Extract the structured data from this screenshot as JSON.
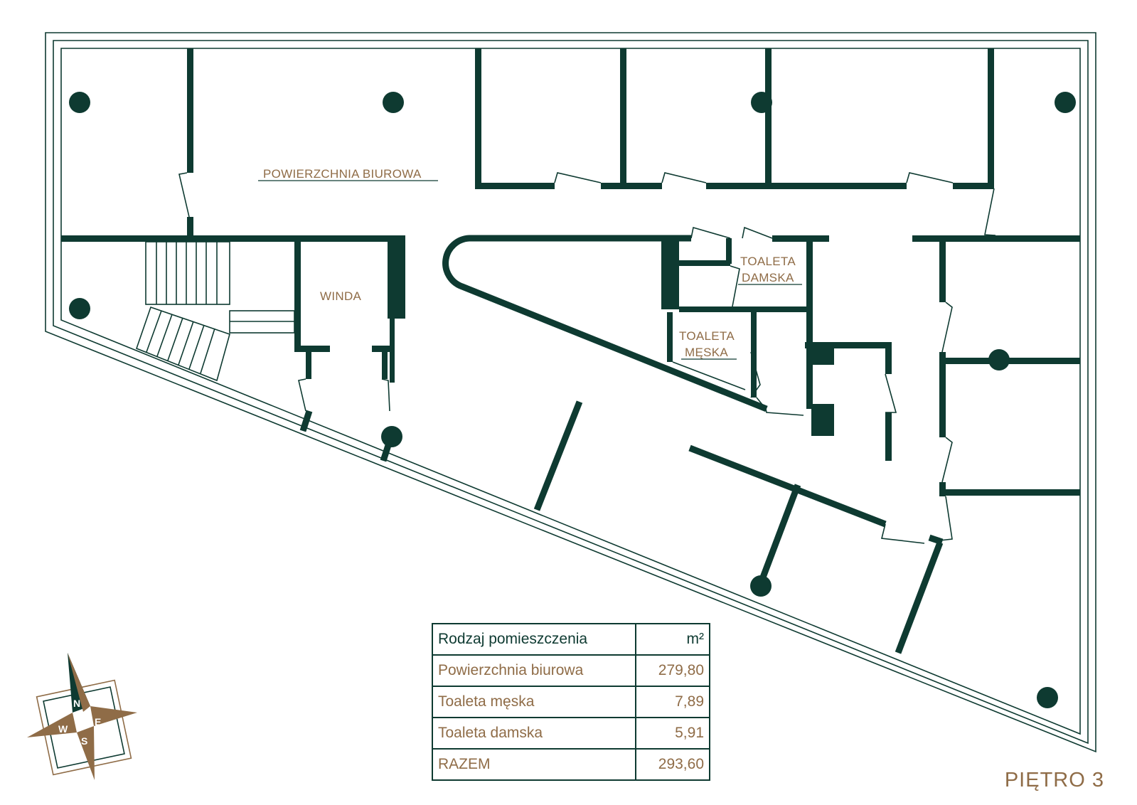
{
  "labels": {
    "office": "POWIERZCHNIA BIUROWA",
    "elevator": "WINDA",
    "wc_women_line1": "TOALETA",
    "wc_women_line2": "DAMSKA",
    "wc_men_line1": "TOALETA",
    "wc_men_line2": "MĘSKA"
  },
  "compass": {
    "n": "N",
    "e": "E",
    "s": "S",
    "w": "W"
  },
  "table": {
    "header": {
      "type": "Rodzaj pomieszczenia",
      "unit": "m²"
    },
    "rows": [
      {
        "name": "Powierzchnia biurowa",
        "value": "279,80"
      },
      {
        "name": "Toaleta męska",
        "value": "7,89"
      },
      {
        "name": "Toaleta damska",
        "value": "5,91"
      },
      {
        "name": "RAZEM",
        "value": "293,60"
      }
    ]
  },
  "floor_label": "PIĘTRO 3",
  "colors": {
    "wall": "#0e3a31",
    "text": "#8f6c47",
    "background": "#ffffff"
  }
}
